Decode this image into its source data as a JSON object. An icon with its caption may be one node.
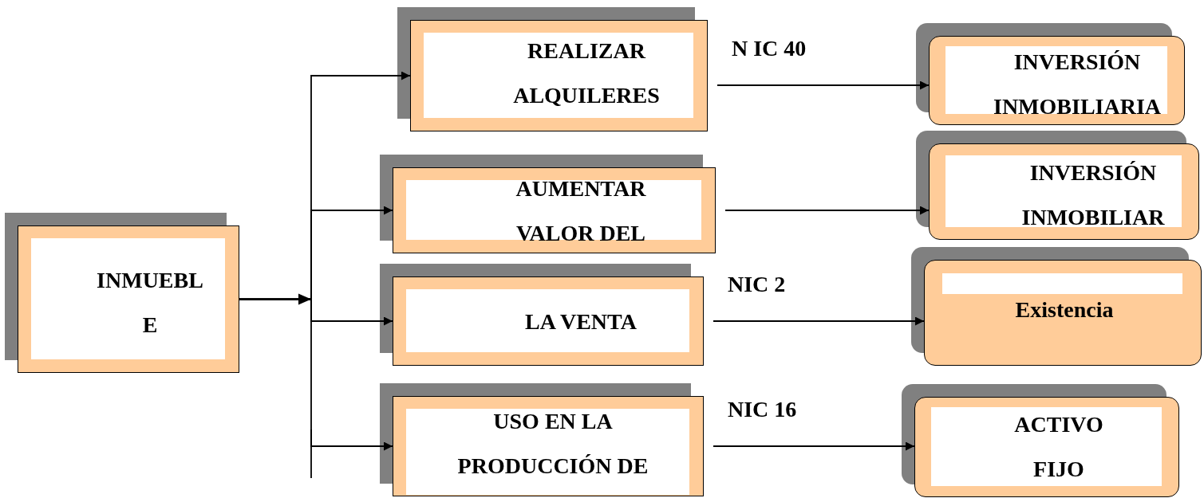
{
  "diagram": {
    "nodes": [
      {
        "text": [
          "INMUEBL E"
        ]
      },
      {
        "text": [
          "REALIZAR ALQUILERES"
        ]
      },
      {
        "text": [
          "AUMENTAR VALOR DEL"
        ]
      },
      {
        "text": [
          "LA VENTA"
        ]
      },
      {
        "text": [
          "USO EN LA PRODUCCIÓN DE"
        ]
      },
      {
        "text": [
          "INVERSIÓN INMOBILIARIA"
        ]
      },
      {
        "text": [
          "INVERSIÓN INMOBILIAR"
        ]
      },
      {
        "text": [
          "Existencia"
        ]
      },
      {
        "text": [
          "ACTIVO FIJO"
        ]
      }
    ],
    "edges": [
      {
        "from": 0,
        "to": 1,
        "arrow": "to"
      },
      {
        "from": 0,
        "to": 2,
        "arrow": "to"
      },
      {
        "from": 0,
        "to": 3,
        "arrow": "to"
      },
      {
        "from": 0,
        "to": 4,
        "arrow": "to"
      },
      {
        "from": 1,
        "to": 5,
        "arrow": "to",
        "label": "N IC 40"
      },
      {
        "from": 2,
        "to": 6,
        "arrow": "to"
      },
      {
        "from": 3,
        "to": 7,
        "arrow": "to",
        "label": "NIC 2"
      },
      {
        "from": 4,
        "to": 8,
        "arrow": "to",
        "label": "NIC 16"
      }
    ]
  }
}
